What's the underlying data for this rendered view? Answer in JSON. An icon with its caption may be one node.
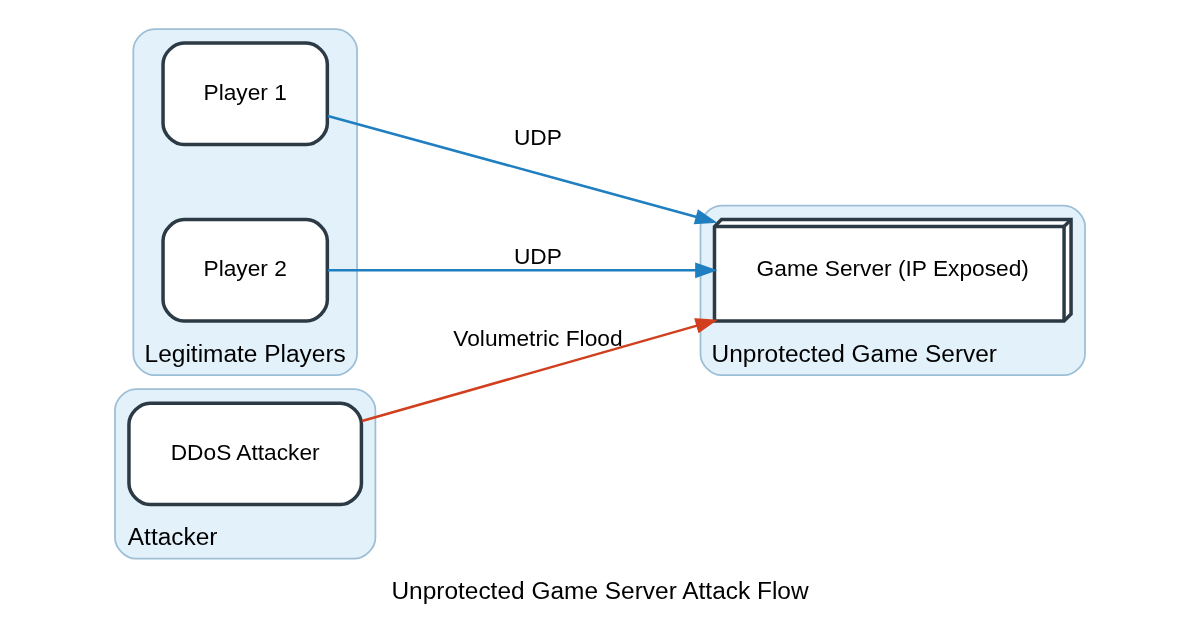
{
  "diagram": {
    "caption": "Unprotected Game Server Attack Flow",
    "nodes": [
      {
        "text": [
          "Legitimate Players"
        ]
      },
      {
        "text": [
          "Player 1"
        ],
        "in": 0
      },
      {
        "text": [
          "Player 2"
        ],
        "in": 0
      },
      {
        "text": [
          "Unprotected Game Server"
        ]
      },
      {
        "text": [
          "Game Server (IP Exposed)"
        ],
        "in": 3
      },
      {
        "text": [
          "Attacker"
        ]
      },
      {
        "text": [
          "DDoS Attacker"
        ],
        "in": 5
      }
    ],
    "edges": [
      {
        "from": 1,
        "to": 4,
        "arrow": "to",
        "label": "UDP"
      },
      {
        "from": 2,
        "to": 4,
        "arrow": "to",
        "label": "UDP"
      },
      {
        "from": 6,
        "to": 4,
        "arrow": "to",
        "label": "Volumetric Flood",
        "color": "#d13f1f"
      }
    ]
  }
}
